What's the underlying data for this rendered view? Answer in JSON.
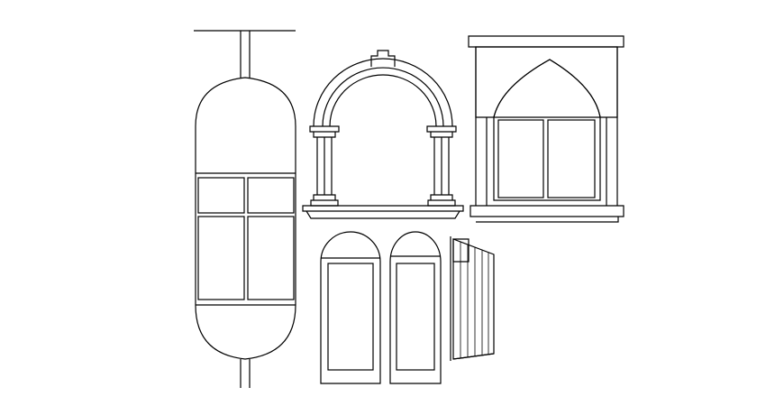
{
  "drawing": {
    "background": "#ffffff",
    "line_color": "#000000",
    "elements": [
      {
        "id": "capsule-window",
        "description_type": "capsule window with lattice panes and hanging rod",
        "pane_count": 4
      },
      {
        "id": "arched-opening",
        "description_type": "arched opening with two columns and sill",
        "column_count": 2
      },
      {
        "id": "gothic-window",
        "description_type": "pointed-arch window in stippled wall with lattice shutters",
        "shutter_count": 2
      },
      {
        "id": "hex-door-left",
        "description_type": "arched door panel with hexagon pattern"
      },
      {
        "id": "hex-door-right",
        "description_type": "arched door panel with hexagon pattern"
      },
      {
        "id": "perspective-grille",
        "description_type": "lattice grille in perspective"
      }
    ]
  }
}
